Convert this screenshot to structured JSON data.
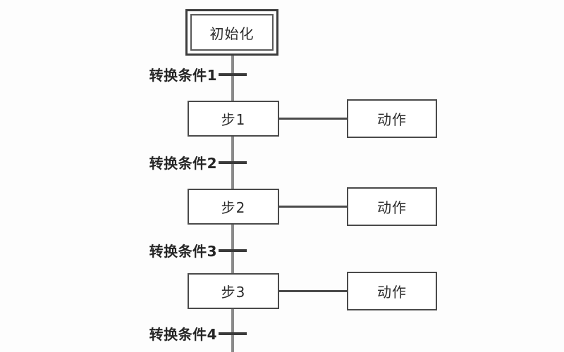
{
  "diagram": {
    "type": "sequential-function-chart",
    "language": "zh-CN",
    "colors": {
      "background": "#fdfdfd",
      "box_border": "#4a4a4a",
      "trunk_line": "#8a8a8a",
      "tick": "#3a3a3a",
      "text": "#2b2b2b"
    },
    "initial_step": {
      "label": "初始化"
    },
    "transitions": [
      {
        "label": "转换条件1"
      },
      {
        "label": "转换条件2"
      },
      {
        "label": "转换条件3"
      },
      {
        "label": "转换条件4"
      }
    ],
    "steps": [
      {
        "label": "步1",
        "action": "动作"
      },
      {
        "label": "步2",
        "action": "动作"
      },
      {
        "label": "步3",
        "action": "动作"
      }
    ]
  }
}
